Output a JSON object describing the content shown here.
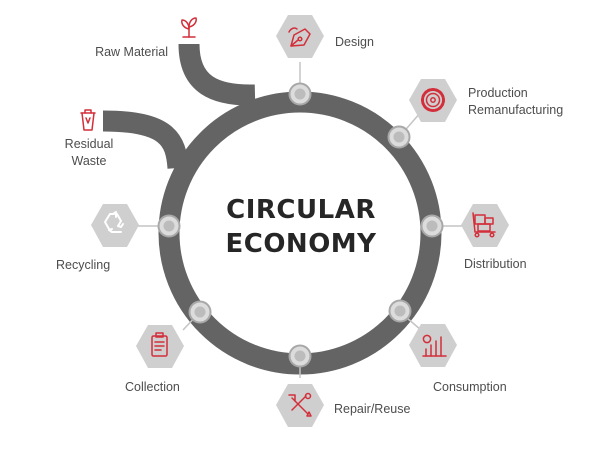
{
  "title": {
    "line1": "CIRCULAR",
    "line2": "ECONOMY"
  },
  "inputs": {
    "raw_material": "Raw Material",
    "residual_waste_line1": "Residual",
    "residual_waste_line2": "Waste"
  },
  "stages": {
    "design": "Design",
    "production_line1": "Production",
    "production_line2": "Remanufacturing",
    "distribution": "Distribution",
    "consumption": "Consumption",
    "repair_reuse": "Repair/Reuse",
    "collection": "Collection",
    "recycling": "Recycling"
  },
  "icons": {
    "raw_material": "plant-sprout-icon",
    "residual_waste": "waste-bin-icon",
    "design": "design-pen-icon",
    "production": "gear-icon",
    "distribution": "delivery-boxes-icon",
    "consumption": "bar-chart-icon",
    "repair_reuse": "tools-icon",
    "collection": "clipboard-icon",
    "recycling": "recycle-icon"
  },
  "colors": {
    "ring": "#646464",
    "hexagon": "#cfcfcf",
    "icon_accent": "#d32f3a",
    "text": "#4d4d4d",
    "title": "#262626"
  }
}
